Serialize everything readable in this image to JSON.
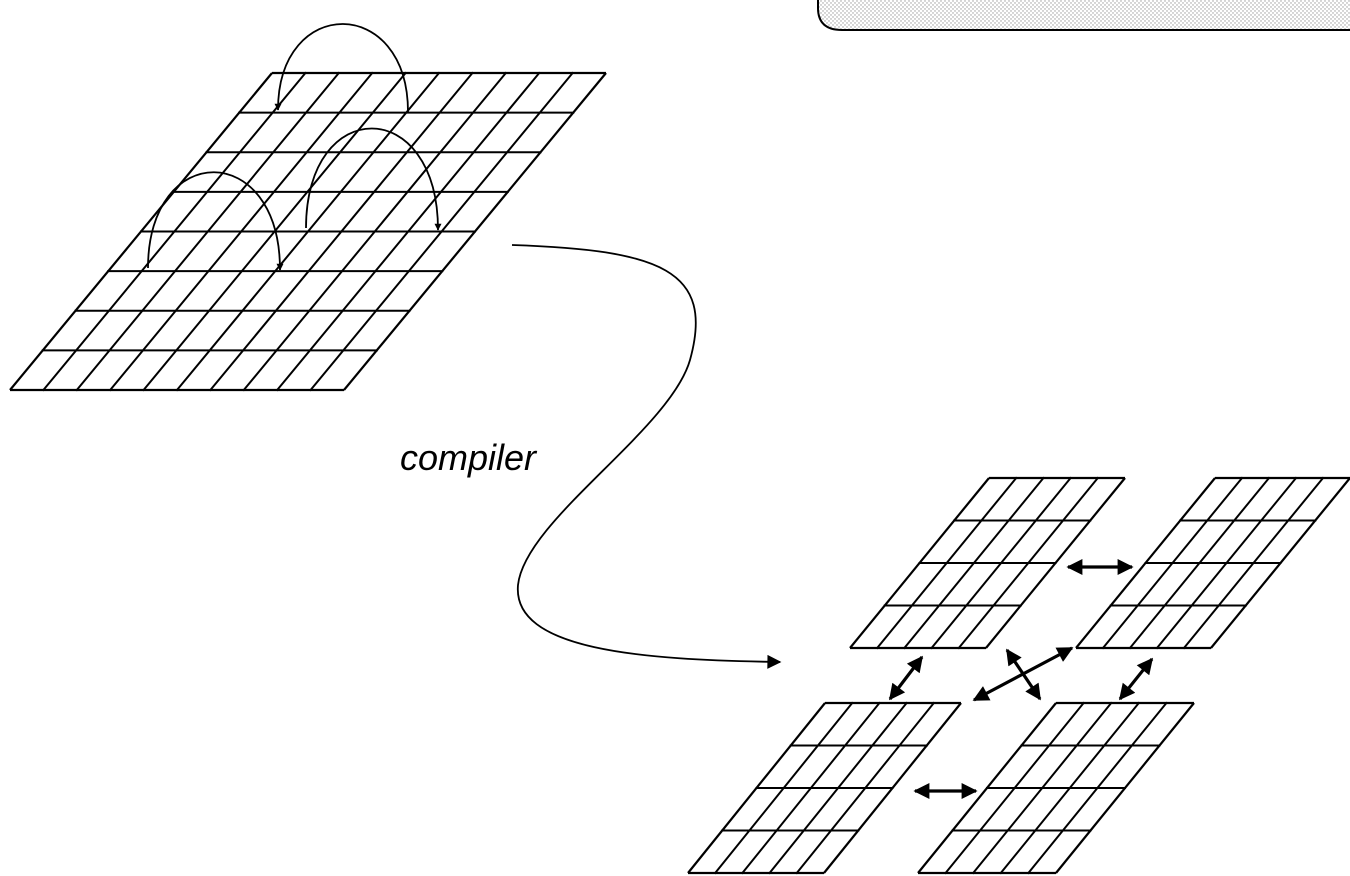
{
  "diagram": {
    "label": "compiler",
    "source_grid": {
      "rows": 8,
      "cols": 10
    },
    "partitions": [
      {
        "name": "top-left",
        "rows": 4,
        "cols": 5
      },
      {
        "name": "top-right",
        "rows": 4,
        "cols": 5
      },
      {
        "name": "bottom-left",
        "rows": 4,
        "cols": 5
      },
      {
        "name": "bottom-right",
        "rows": 4,
        "cols": 5
      }
    ],
    "dependency_arrows": 3,
    "communication_links": 6
  }
}
